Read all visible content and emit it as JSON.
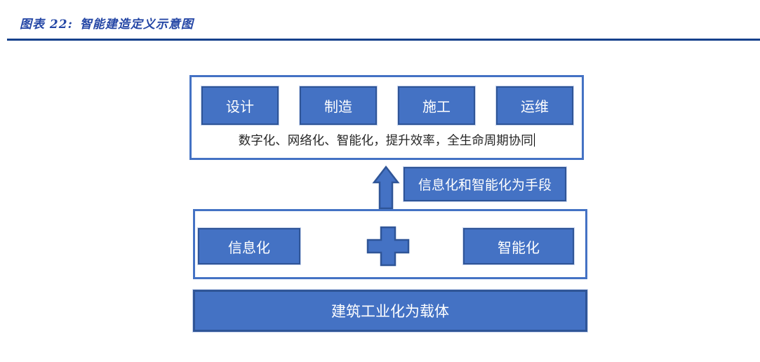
{
  "figure": {
    "label": "图表 22:",
    "title": "智能建造定义示意图"
  },
  "colors": {
    "box_fill": "#4472C4",
    "box_border": "#2F5597",
    "container_border": "#4472C4",
    "title_text": "#2446A5",
    "divider_line": "#16418C",
    "caption_text": "#262626",
    "box_text": "#FFFFFF"
  },
  "diagram": {
    "top_container": {
      "stages": [
        {
          "label": "设计"
        },
        {
          "label": "制造"
        },
        {
          "label": "施工"
        },
        {
          "label": "运维"
        }
      ],
      "caption": "数字化、网络化、智能化，提升效率，全生命周期协同"
    },
    "arrow": {
      "icon": "up-arrow-icon",
      "label": "信息化和智能化为手段"
    },
    "middle_container": {
      "left_box": "信息化",
      "operator_icon": "plus-icon",
      "right_box": "智能化"
    },
    "bottom_box": "建筑工业化为载体"
  }
}
